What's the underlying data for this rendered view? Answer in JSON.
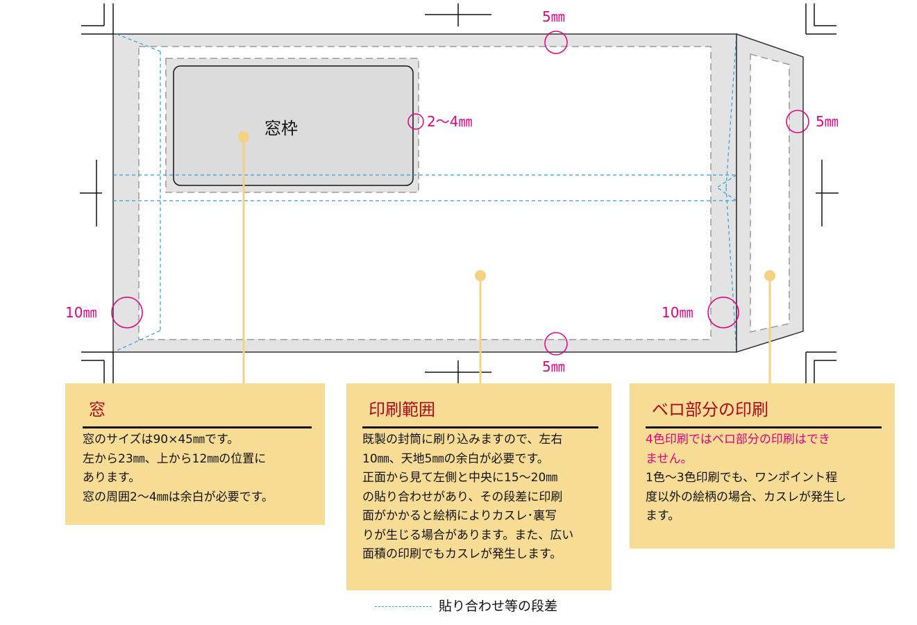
{
  "dimension_labels": {
    "top": "5㎜",
    "bottom": "5㎜",
    "left": "10㎜",
    "right": "10㎜",
    "window_margin": "2〜4㎜",
    "flap": "5㎜"
  },
  "window_frame_label": "窓枠",
  "boxes": [
    {
      "title": "窓",
      "lines": [
        "窓のサイズは90×45㎜です。",
        "左から23㎜、上から12㎜の位置に",
        "あります。",
        "窓の周囲2〜4㎜は余白が必要です。"
      ]
    },
    {
      "title": "印刷範囲",
      "lines": [
        "既製の封筒に刷り込みますので、左右",
        "10㎜、天地5㎜の余白が必要です。",
        "正面から見て左側と中央に15〜20㎜",
        "の貼り合わせがあり、その段差に印刷",
        "面がかかると絵柄によりカスレ･裏写",
        "りが生じる場合があります。また、広い",
        "面積の印刷でもカスレが発生します。"
      ]
    },
    {
      "title": "ベロ部分の印刷",
      "warning_lines": [
        "4色印刷ではベロ部分の印刷はでき",
        "ません。"
      ],
      "lines": [
        "1色〜3色印刷でも、ワンポイント程",
        "度以外の絵柄の場合、カスレが発生し",
        "ます。"
      ]
    }
  ],
  "legend": {
    "label": "貼り合わせ等の段差"
  },
  "colors": {
    "accent_magenta": "#e4007f",
    "box_fill": "#f6dc94",
    "leader": "#f5d27f",
    "title_red": "#b00a1a",
    "margin_gray": "#e3e3e3",
    "dash_blue": "#2aa0d8"
  }
}
